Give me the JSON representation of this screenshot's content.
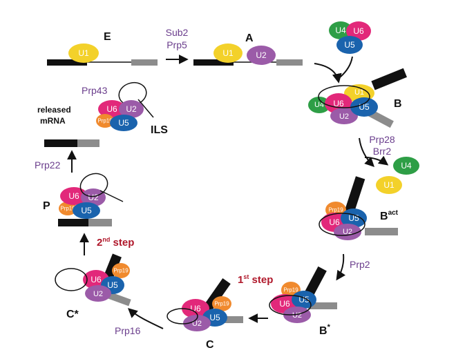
{
  "stages": {
    "E": "E",
    "A": "A",
    "B": "B",
    "Bact": "B",
    "Bact_sup": "act",
    "Bstar": "B",
    "Bstar_sup": "*",
    "C": "C",
    "Cstar": "C*",
    "P": "P",
    "ILS": "ILS"
  },
  "factors": {
    "sub2": "Sub2",
    "prp5": "Prp5",
    "prp28": "Prp28",
    "brr2": "Brr2",
    "prp2": "Prp2",
    "prp16": "Prp16",
    "prp22": "Prp22",
    "prp43": "Prp43"
  },
  "steps": {
    "first_num": "1",
    "first_sup": "st",
    "first_rest": " step",
    "second_num": "2",
    "second_sup": "nd",
    "second_rest": " step"
  },
  "released": {
    "line1": "released",
    "line2": "mRNA"
  },
  "snrnp": {
    "U1": "U1",
    "U2": "U2",
    "U4": "U4",
    "U5": "U5",
    "U6": "U6",
    "Prp19": "Prp19"
  },
  "colors": {
    "U1": "#f3d12a",
    "U2": "#9b5ba8",
    "U4": "#2e9e46",
    "U5": "#1a63ad",
    "U6": "#e2287a",
    "Prp19": "#f08a2e",
    "exon": "#111111",
    "intron_end": "#8c8c8c",
    "factor_text": "#6a3d8c",
    "step_text": "#b0182b"
  }
}
